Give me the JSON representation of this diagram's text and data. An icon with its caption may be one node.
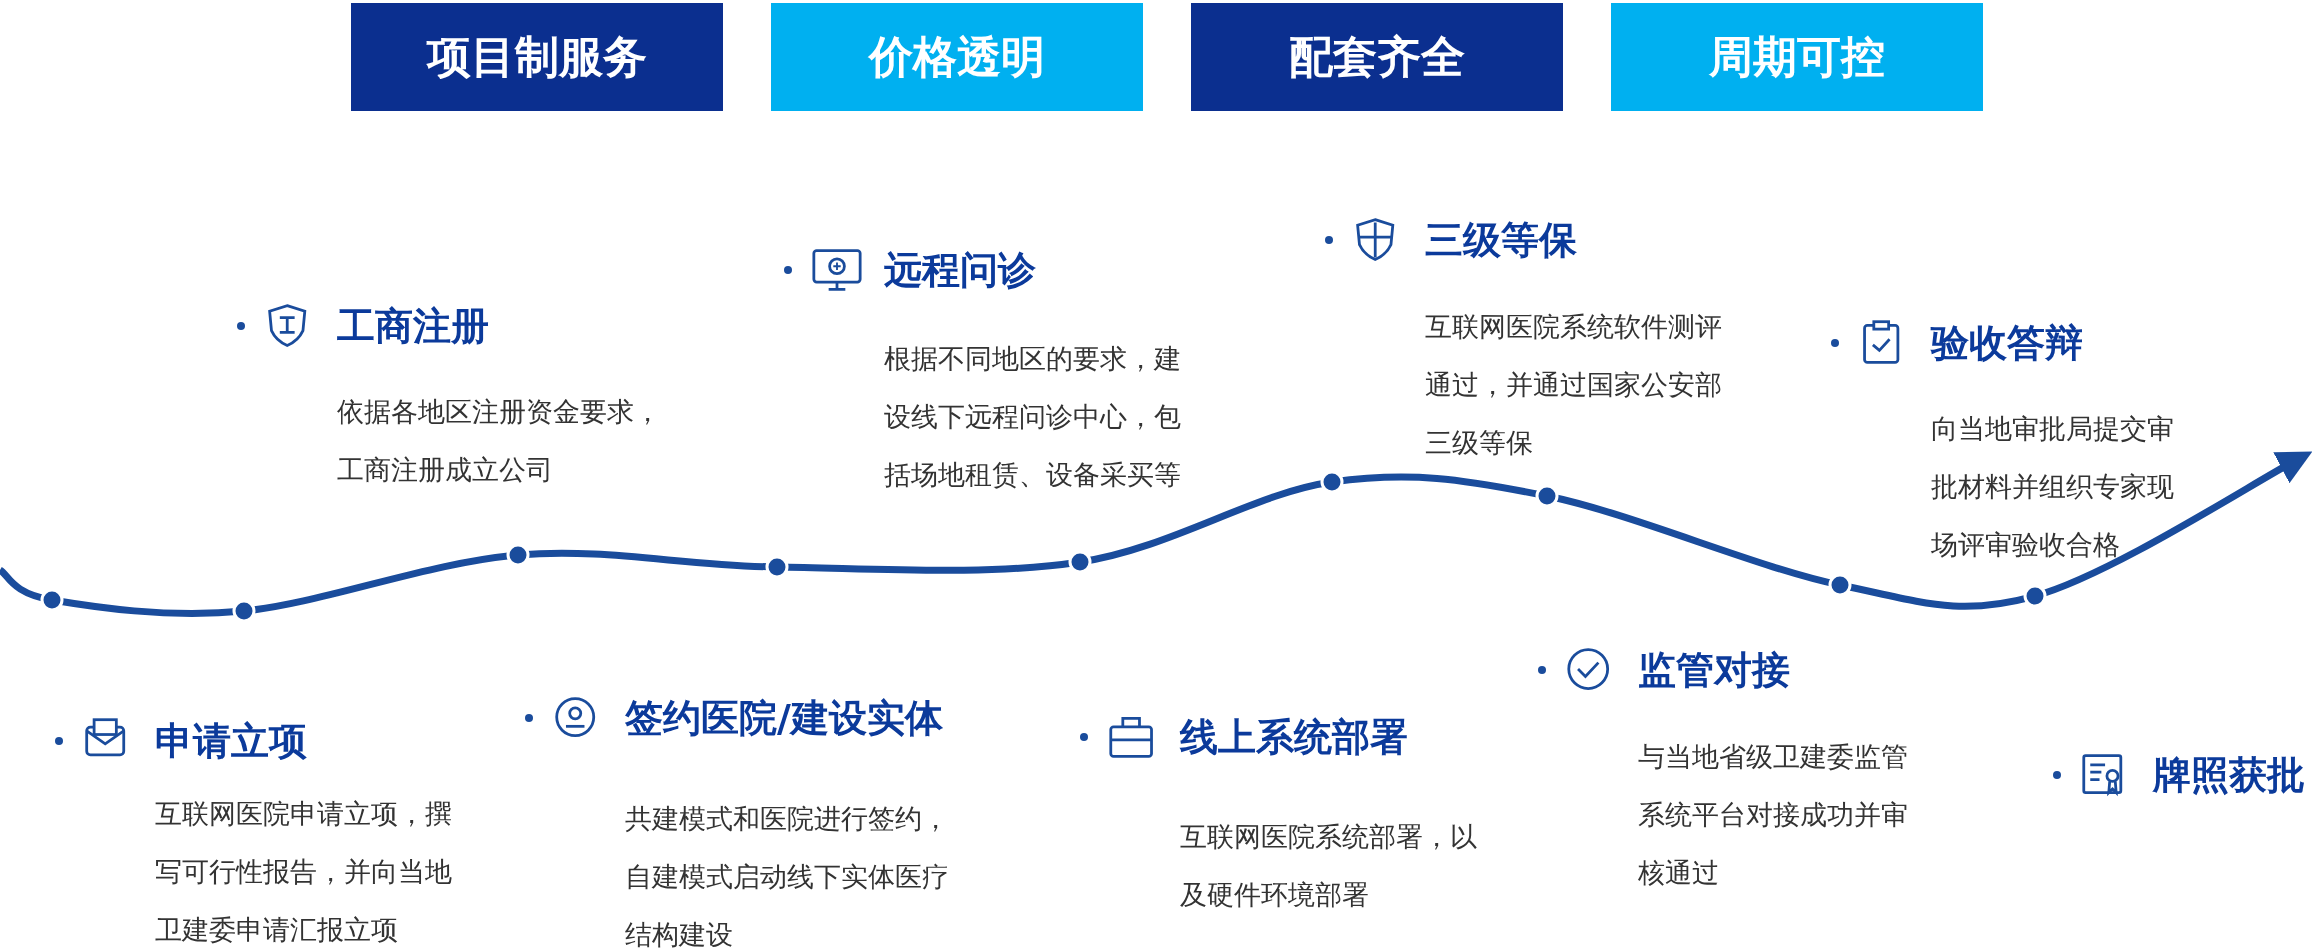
{
  "diagram": {
    "nodes": [
      {
        "text": [
          "项目制服务"
        ]
      },
      {
        "text": [
          "价格透明"
        ]
      },
      {
        "text": [
          "配套齐全"
        ]
      },
      {
        "text": [
          "周期可控"
        ]
      },
      {
        "text": [
          "申请立项",
          "互联网医院申请立项，撰写可行性报告，并向当地卫建委申请汇报立项"
        ]
      },
      {
        "text": [
          "工商注册",
          "依据各地区注册资金要求，工商注册成立公司"
        ]
      },
      {
        "text": [
          "签约医院/建设实体",
          "共建模式和医院进行签约，自建模式启动线下实体医疗结构建设"
        ]
      },
      {
        "text": [
          "远程问诊",
          "根据不同地区的要求，建设线下远程问诊中心，包括场地租赁、设备采买等"
        ]
      },
      {
        "text": [
          "线上系统部署",
          "互联网医院系统部署，以及硬件环境部署"
        ]
      },
      {
        "text": [
          "三级等保",
          "互联网医院系统软件测评通过，并通过国家公安部三级等保"
        ]
      },
      {
        "text": [
          "监管对接",
          "与当地省级卫建委监管系统平台对接成功并审核通过"
        ]
      },
      {
        "text": [
          "验收答辩",
          "向当地审批局提交审批材料并组织专家现场评审验收合格"
        ]
      },
      {
        "text": [
          "牌照获批"
        ]
      }
    ],
    "edges": []
  }
}
